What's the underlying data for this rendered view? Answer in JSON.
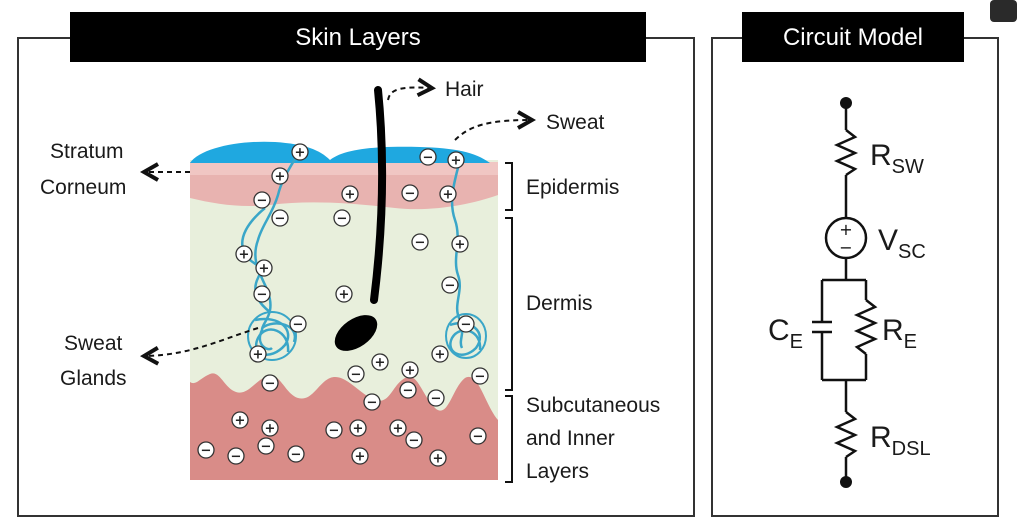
{
  "skin_panel": {
    "title": "Skin Layers",
    "labels": {
      "hair": "Hair",
      "sweat": "Sweat",
      "stratum_1": "Stratum",
      "stratum_2": "Corneum",
      "sweat_glands_1": "Sweat",
      "sweat_glands_2": "Glands",
      "epidermis": "Epidermis",
      "dermis": "Dermis",
      "subcutaneous_1": "Subcutaneous",
      "subcutaneous_2": "and Inner",
      "subcutaneous_3": "Layers"
    },
    "ions": {
      "plus": "+",
      "minus": "−"
    }
  },
  "circuit_panel": {
    "title": "Circuit Model",
    "components": {
      "r_sw": {
        "main": "R",
        "sub": "SW"
      },
      "v_sc": {
        "main": "V",
        "sub": "SC",
        "plus": "+",
        "minus": "−"
      },
      "c_e": {
        "main": "C",
        "sub": "E"
      },
      "r_e": {
        "main": "R",
        "sub": "E"
      },
      "r_dsl": {
        "main": "R",
        "sub": "DSL"
      }
    }
  },
  "colors": {
    "title_bar": "#000000",
    "sweat": "#1fa8e0",
    "gland": "#3aa6c8",
    "epidermis": "#e8b3b0",
    "dermis": "#e8efdc",
    "subcutaneous": "#d98c88",
    "panel_border": "#333333"
  }
}
